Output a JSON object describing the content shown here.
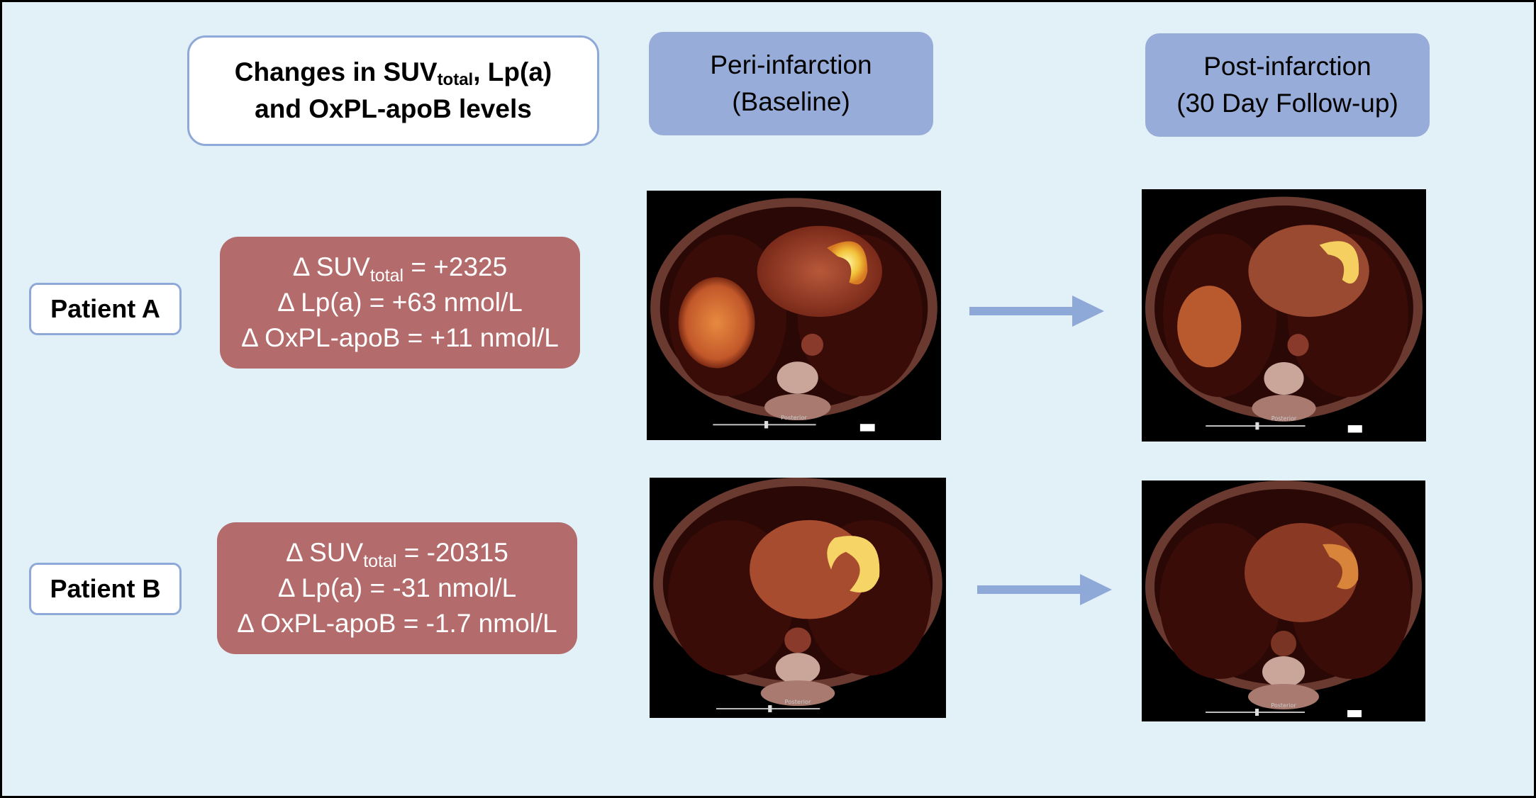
{
  "title": {
    "line1_prefix": "Changes in SUV",
    "line1_sub": "total",
    "line1_suffix": ", Lp(a)",
    "line2": "and OxPL-apoB levels"
  },
  "timepoints": [
    {
      "line1": "Peri-infarction",
      "line2": "(Baseline)"
    },
    {
      "line1": "Post-infarction",
      "line2": "(30 Day Follow-up)"
    }
  ],
  "patients": [
    {
      "label": "Patient A",
      "suv_prefix": "Δ SUV",
      "suv_sub": "total",
      "suv_value": " = +2325",
      "lpa": "Δ Lp(a) = +63 nmol/L",
      "oxpl": "Δ OxPL-apoB = +11 nmol/L"
    },
    {
      "label": "Patient B",
      "suv_prefix": "Δ SUV",
      "suv_sub": "total",
      "suv_value": " = -20315",
      "lpa": "Δ Lp(a) = -31 nmol/L",
      "oxpl": "Δ OxPL-apoB = -1.7 nmol/L"
    }
  ],
  "colors": {
    "background": "#e2f0f8",
    "box_border": "#8ea9d8",
    "timepoint_fill": "#97acd8",
    "delta_fill": "#b36b6b",
    "arrow": "#8ea9d8"
  },
  "icons": [
    "right-arrow-icon"
  ]
}
